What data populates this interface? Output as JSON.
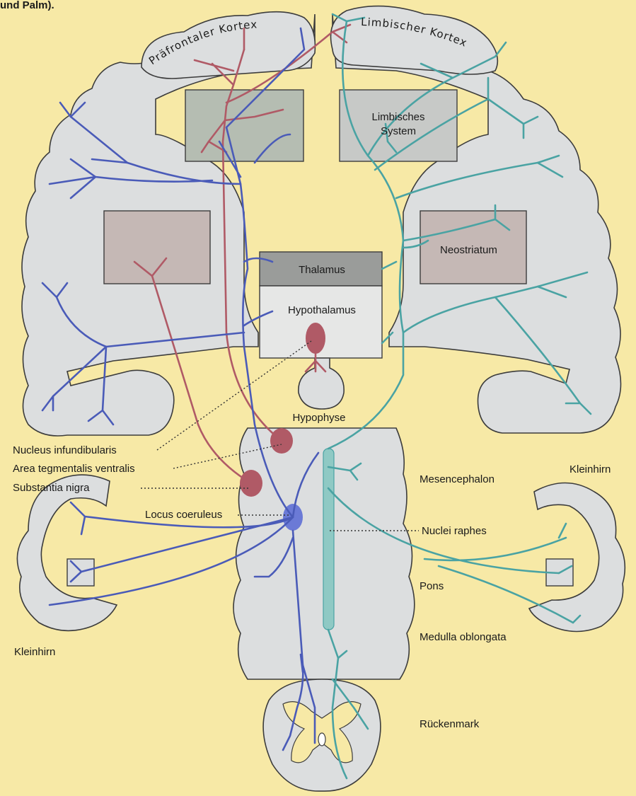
{
  "caption_fragment": "und Palm).",
  "labels": {
    "prefrontal_cortex": "Präfrontaler Kortex",
    "limbic_cortex": "Limbischer Kortex",
    "limbic_system": [
      "Limbisches",
      "System"
    ],
    "neostriatum": "Neostriatum",
    "thalamus": "Thalamus",
    "hypothalamus": "Hypothalamus",
    "hypophysis": "Hypophyse",
    "nucleus_infundibularis": "Nucleus infundibularis",
    "area_tegmentalis": "Area tegmentalis ventralis",
    "substantia_nigra": "Substantia nigra",
    "locus_coeruleus": "Locus coeruleus",
    "nuclei_raphes": "Nuclei raphes",
    "mesencephalon": "Mesencephalon",
    "pons": "Pons",
    "medulla": "Medulla oblongata",
    "cerebellum_left": "Kleinhirn",
    "cerebellum_right": "Kleinhirn",
    "spinal_cord": "Rückenmark"
  },
  "colors": {
    "background": "#f7e9a6",
    "tissue": "#dcdedf",
    "noradrenergic": "#4a5bb8",
    "dopaminergic": "#b05a66",
    "serotonergic": "#4aa3a3"
  }
}
